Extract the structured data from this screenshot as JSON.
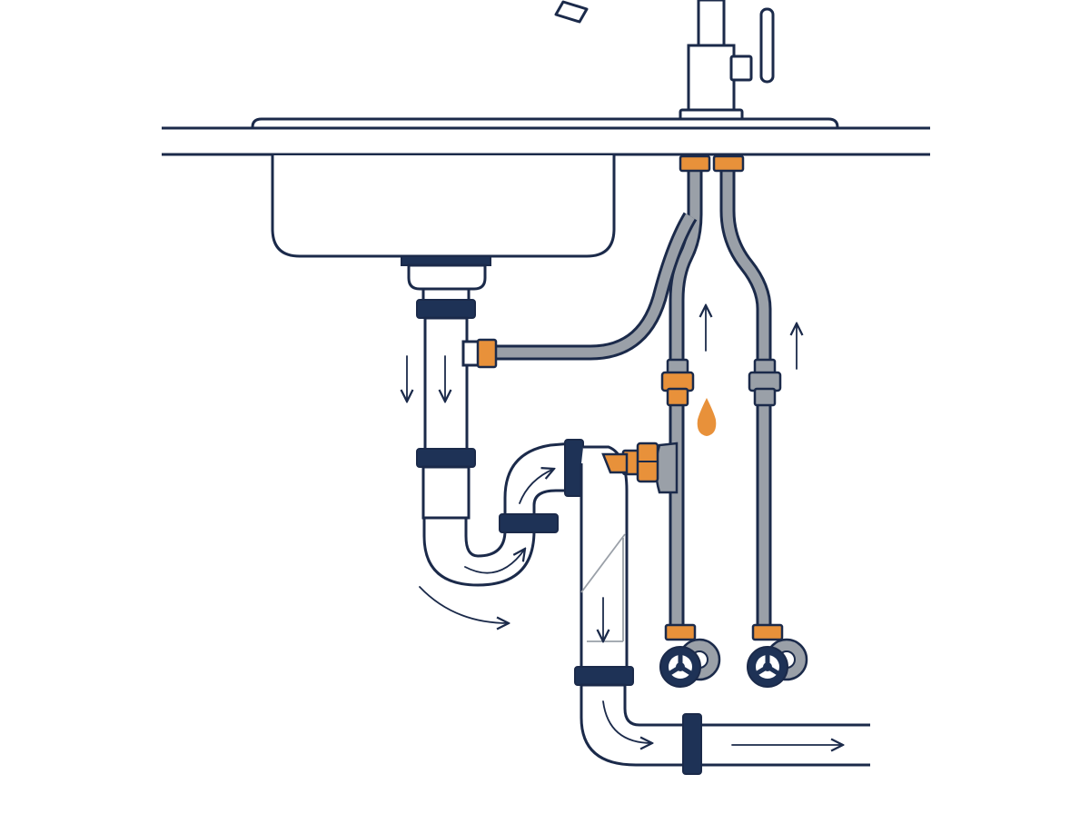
{
  "colors": {
    "background": "#ffffff",
    "outline": "#1b2a4a",
    "pipe_gray": "#9aa0a8",
    "pipe_white": "#ffffff",
    "fitting_orange": "#e8913a",
    "nut_navy": "#1e3256",
    "nut_gray": "#9aa0a8",
    "leak_drop": "#e8913a"
  },
  "diagram": {
    "components": [
      "faucet",
      "countertop",
      "sink-basin",
      "drain-tailpiece",
      "p-trap",
      "dishwasher-drain-hose",
      "hot-supply-line",
      "cold-supply-line",
      "shutoff-valve-hot",
      "shutoff-valve-cold",
      "tee-fitting",
      "compression-nut",
      "leak-drop",
      "wall-drain-pipe"
    ],
    "icons": [
      "arrow-down-icon",
      "arrow-up-icon",
      "arrow-right-icon",
      "curved-arrow-icon",
      "water-drop-icon",
      "valve-handle-icon"
    ]
  }
}
